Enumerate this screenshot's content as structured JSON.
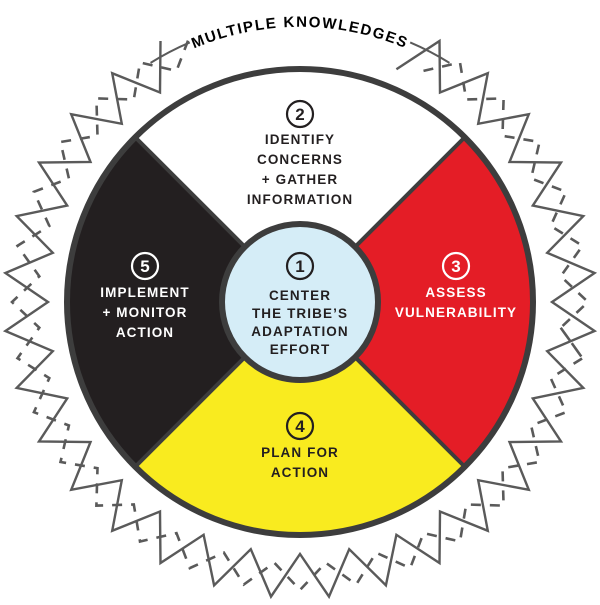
{
  "diagram": {
    "arc_label": "MULTIPLE KNOWLEDGES",
    "colors": {
      "top": "#ffffff",
      "right": "#e41d26",
      "bottom": "#f9eb1f",
      "left": "#231f20",
      "center": "#d5edf7",
      "stroke": "#3d3d3d"
    },
    "steps": [
      {
        "number": "1",
        "lines": [
          "CENTER",
          "THE TRIBE’S",
          "ADAPTATION",
          "EFFORT"
        ]
      },
      {
        "number": "2",
        "lines": [
          "IDENTIFY",
          "CONCERNS",
          "+ GATHER",
          "INFORMATION"
        ]
      },
      {
        "number": "3",
        "lines": [
          "ASSESS",
          "VULNERABILITY"
        ]
      },
      {
        "number": "4",
        "lines": [
          "PLAN FOR",
          "ACTION"
        ]
      },
      {
        "number": "5",
        "lines": [
          "IMPLEMENT",
          "+ MONITOR",
          "ACTION"
        ]
      }
    ]
  }
}
